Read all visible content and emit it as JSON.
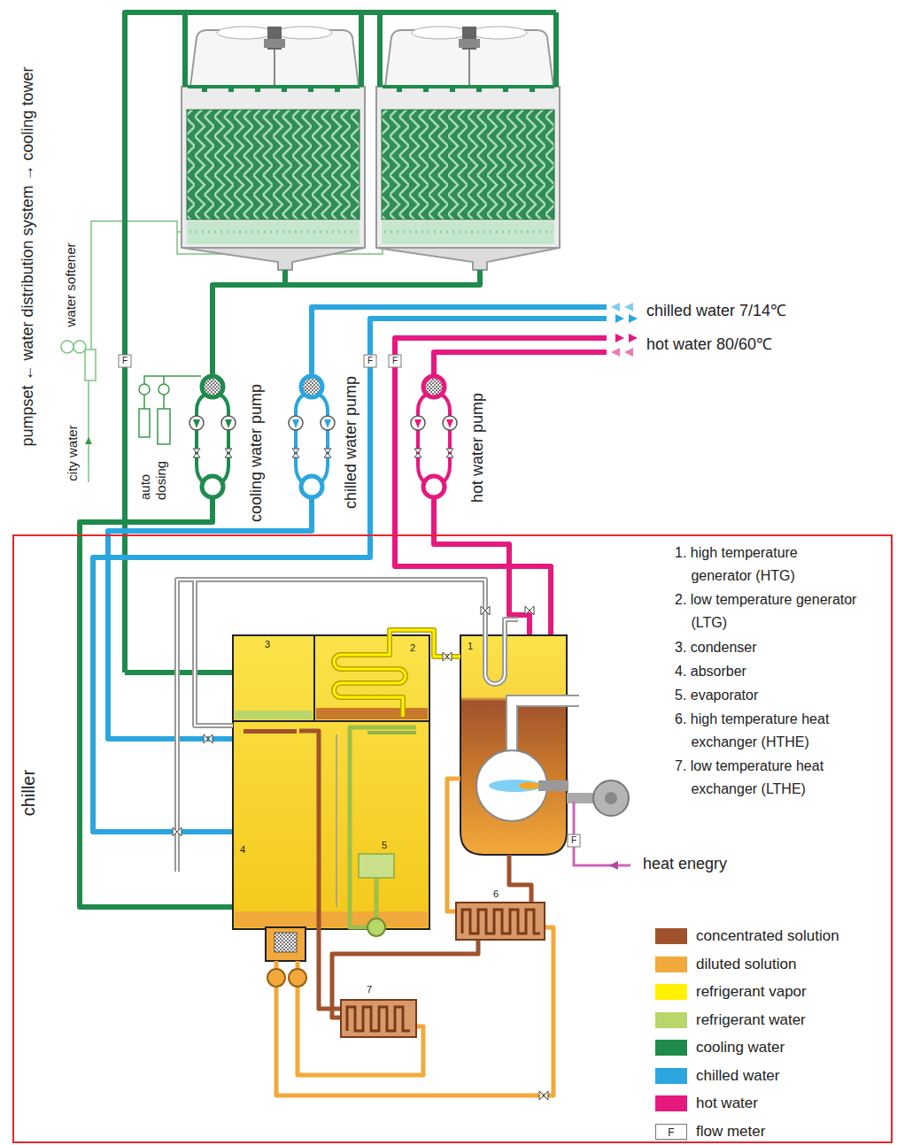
{
  "diagram": {
    "nodes": [
      {
        "text": [
          "chiller"
        ]
      }
    ],
    "labels": [
      "pumpset ← water distribution system → cooling tower",
      "water softener",
      "city water",
      "auto dosing",
      "cooling water pump",
      "chilled water pump",
      "hot water pump",
      "chilled water 7/14℃",
      "hot water 80/60℃",
      "1. high temperature generator (HTG)",
      "2. low temperature generator (LTG)",
      "3. condenser",
      "4. absorber",
      "5. evaporator",
      "6. high temperature heat exchanger (HTHE)",
      "7. low temperature heat exchanger (LTHE)",
      "3",
      "2",
      "1",
      "4",
      "5",
      "6",
      "7",
      "heat enegry",
      "F",
      "F",
      "F",
      "F",
      "F"
    ],
    "legend": [
      {
        "text": "concentrated solution",
        "color": "#a0522d"
      },
      {
        "text": "diluted solution",
        "color": "#f2a93b"
      },
      {
        "text": "refrigerant vapor",
        "color": "#fff200"
      },
      {
        "text": "refrigerant water",
        "color": "#b9d66b"
      },
      {
        "text": "cooling water",
        "color": "#1e8b4c"
      },
      {
        "text": "chilled water",
        "color": "#2ba6de"
      },
      {
        "text": "hot water",
        "color": "#e5197e"
      },
      {
        "text": "flow meter"
      }
    ]
  }
}
